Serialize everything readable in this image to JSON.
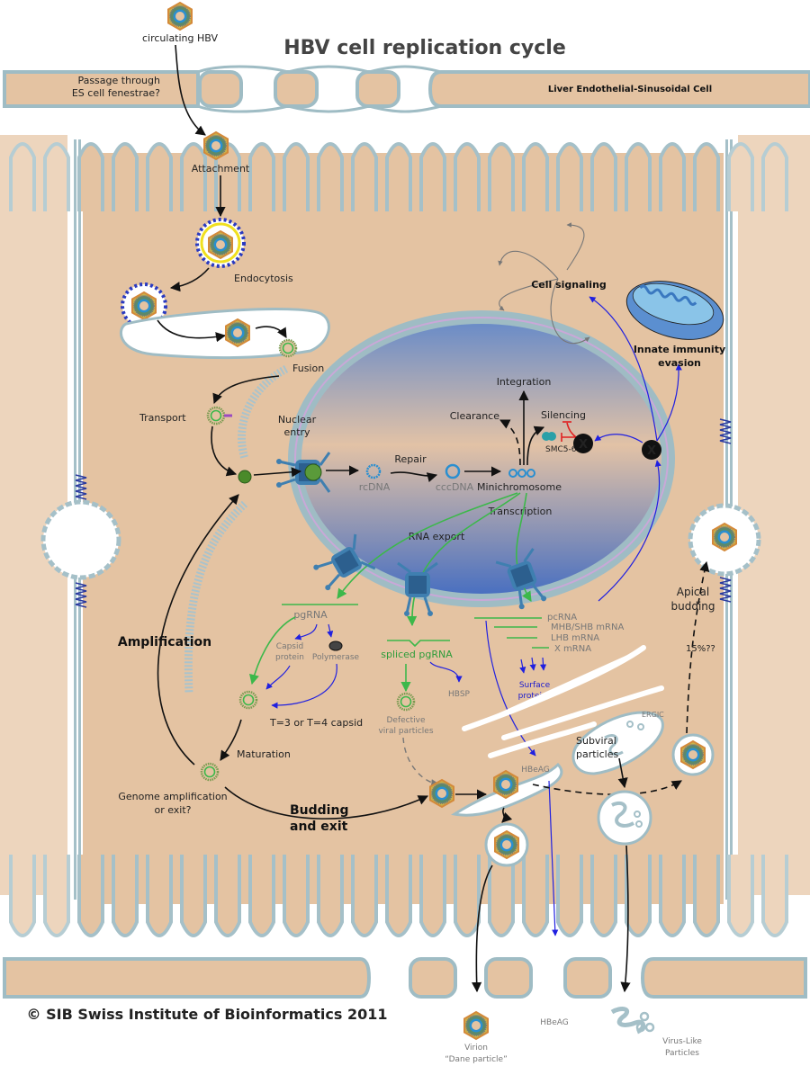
{
  "title": "HBV cell replication cycle",
  "copyright": "© SIB Swiss Institute of Bioinformatics 2011",
  "endothelium": {
    "passage_line1": "Passage through",
    "passage_line2": "ES cell fenestrae?",
    "cell_label": "Liver Endothelial-Sinusoidal  Cell"
  },
  "entry": {
    "circulating": "circulating HBV",
    "attachment": "Attachment",
    "endocytosis": "Endocytosis",
    "fusion": "Fusion",
    "transport": "Transport",
    "nuclear_entry_1": "Nuclear",
    "nuclear_entry_2": "entry"
  },
  "nucleus": {
    "rcdna": "rcDNA",
    "repair": "Repair",
    "cccdna": "cccDNA",
    "minichromosome": "Minichromosome",
    "integration": "Integration",
    "clearance": "Clearance",
    "silencing": "Silencing",
    "smc": "SMC5-6",
    "transcription": "Transcription",
    "rna_export": "RNA export"
  },
  "signaling": {
    "cell_signaling": "Cell signaling",
    "innate_1": "Innate immunity",
    "innate_2": "evasion",
    "x_protein": "X"
  },
  "rnas": {
    "pgrna": "pgRNA",
    "capsid_1": "Capsid",
    "capsid_2": "protein",
    "polymerase": "Polymerase",
    "spliced": "spliced pgRNA",
    "hbsp": "HBSP",
    "pcrna": "pcRNA",
    "mhb": "MHB/SHB mRNA",
    "lhb": "LHB mRNA",
    "xmrna": "X mRNA",
    "surface_1": "Surface",
    "surface_2": "proteins"
  },
  "assembly": {
    "capsid": "T=3 or T=4 capsid",
    "defective_1": "Defective",
    "defective_2": "viral particles",
    "maturation": "Maturation",
    "genome_1": "Genome amplification",
    "genome_2": "or exit?",
    "amplification": "Amplification",
    "budding_1": "Budding",
    "budding_2": "and exit",
    "ergic": "ERGIC",
    "subviral_1": "Subviral",
    "subviral_2": "particles",
    "hbeag": "HBeAG",
    "apical_1": "Apical",
    "apical_2": "budding",
    "apical_pct": "15%??"
  },
  "outputs": {
    "virion_1": "Virion",
    "virion_2": "“Dane particle”",
    "hbeag": "HBeAG",
    "vlp_1": "Virus-Like",
    "vlp_2": "Particles"
  },
  "colors": {
    "cytoplasm": "#e4c3a2",
    "membrane": "#9fbcc4",
    "nucleus_top": "#6b8cc7",
    "nucleus_mid": "#e2c2a6",
    "rna_green": "#3cb84a",
    "protein_blue": "#2020e0",
    "inhibition_red": "#e02020"
  }
}
